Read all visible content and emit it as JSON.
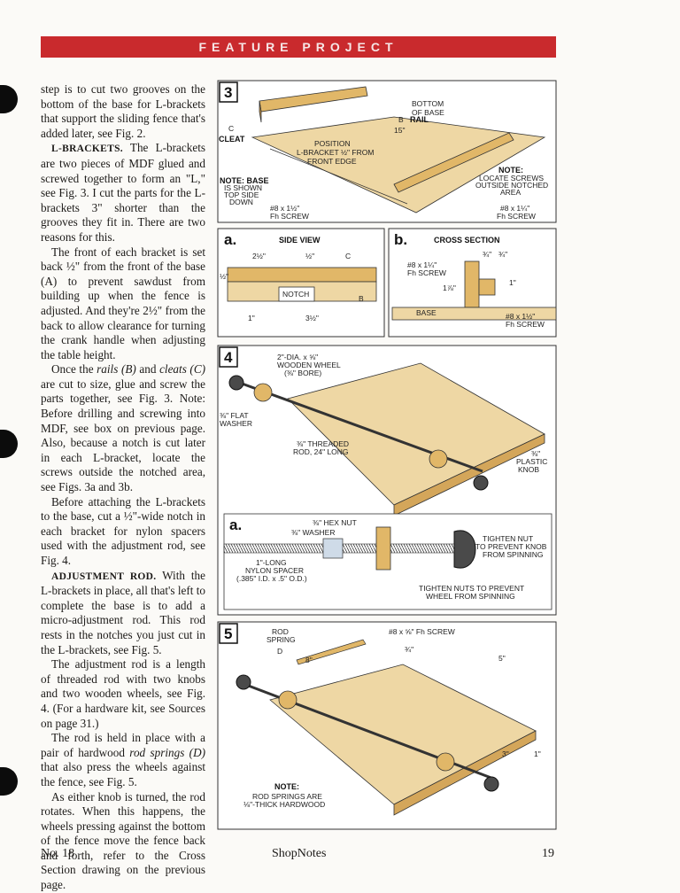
{
  "banner": "FEATURE PROJECT",
  "body": {
    "p1": "step is to cut two grooves on the bottom of the base for L-brackets that support the sliding fence that's added later, see Fig. 2.",
    "h2": "L-BRACKETS.",
    "p2": " The L-brackets are two pieces of MDF glued and screwed together to form an \"L,\" see Fig. 3. I cut the parts for the L-brackets 3\" shorter than the grooves they fit in. There are two reasons for this.",
    "p3": "The front of each bracket is set back ½\" from the front of the base (A) to prevent sawdust from building up when the fence is adjusted. And they're 2½\" from the back to allow clearance for turning the crank handle when adjusting the table height.",
    "p4a": "Once the ",
    "p4i1": "rails (B)",
    "p4b": " and ",
    "p4i2": "cleats (C)",
    "p4c": " are cut to size, glue and screw the parts together, see Fig. 3. Note: Before drilling and screwing into MDF, see box on previous page. Also, because a notch is cut later in each L-bracket, locate the screws outside the notched area, see Figs. 3a and 3b.",
    "p5": "Before attaching the L-brackets to the base, cut a ½\"-wide notch in each bracket for nylon spacers used with the adjustment rod, see Fig. 4.",
    "h6": "ADJUSTMENT ROD.",
    "p6": " With the L-brackets in place, all that's left to complete the base is to add a micro-adjustment rod. This rod rests in the notches you just cut in the L-brackets, see Fig. 5.",
    "p7": "The adjustment rod is a length of threaded rod with two knobs and two wooden wheels, see Fig. 4. (For a hardware kit, see Sources on page 31.)",
    "p8a": "The rod is held in place with a pair of hardwood ",
    "p8i": "rod springs (D)",
    "p8b": " that also press the wheels against the fence, see Fig. 5.",
    "p9": "As either knob is turned, the rod rotates. When this happens, the wheels pressing against the bottom of the fence move the fence back and forth, refer to the Cross Section drawing on the previous page."
  },
  "fig3": {
    "num": "3",
    "rail_letter": "B",
    "rail": "RAIL",
    "cleat_letter": "C",
    "cleat": "CLEAT",
    "bottom_base": [
      "BOTTOM",
      "OF BASE"
    ],
    "dim_15": "15\"",
    "position": [
      "POSITION",
      "L-BRACKET ½\" FROM",
      "FRONT EDGE"
    ],
    "note_left": [
      "NOTE: BASE",
      "IS SHOWN",
      "TOP SIDE",
      "DOWN"
    ],
    "screw_left": [
      "#8 x 1½\"",
      "Fh SCREW"
    ],
    "note_right": [
      "NOTE:",
      "LOCATE SCREWS",
      "OUTSIDE NOTCHED",
      "AREA"
    ],
    "screw_right": [
      "#8 x 1¼\"",
      "Fh SCREW"
    ]
  },
  "fig3a": {
    "letter": "a.",
    "title": "SIDE VIEW",
    "d_2half": "2½\"",
    "d_half": "½\"",
    "d_half_v": "½\"",
    "c_letter": "C",
    "b_letter": "B",
    "notch": "NOTCH",
    "d_1": "1\"",
    "d_3half": "3½\""
  },
  "fig3b": {
    "letter": "b.",
    "title": "CROSS SECTION",
    "d_34a": "¾\"",
    "d_34b": "¾\"",
    "screw": [
      "#8 x 1¼\"",
      "Fh SCREW"
    ],
    "d_1": "1\"",
    "d_178": "1⅞\"",
    "base": "BASE",
    "screw2": [
      "#8 x 1½\"",
      "Fh SCREW"
    ]
  },
  "fig4": {
    "num": "4",
    "wheel": [
      "2\"-DIA. x ⅝\"",
      "WOODEN WHEEL",
      "(⅜\" BORE)"
    ],
    "washer": [
      "⅜\" FLAT",
      "WASHER"
    ],
    "rod": [
      "⅜\" THREADED",
      "ROD, 24\" LONG"
    ],
    "knob": [
      "⅜\"",
      "PLASTIC",
      "KNOB"
    ]
  },
  "fig4a": {
    "letter": "a.",
    "hexnut": "⅜\" HEX NUT",
    "washer": "⅜\" WASHER",
    "spacer": [
      "1\"-LONG",
      "NYLON SPACER",
      "(.385\" I.D. x .5\" O.D.)"
    ],
    "tighten1": [
      "TIGHTEN NUT",
      "TO PREVENT KNOB",
      "FROM SPINNING"
    ],
    "tighten2": [
      "TIGHTEN NUTS TO PREVENT",
      "WHEEL FROM SPINNING"
    ]
  },
  "fig5": {
    "num": "5",
    "rod_spring": [
      "ROD",
      "SPRING"
    ],
    "d_letter": "D",
    "d_8": "8\"",
    "screw": "#8 x ⅝\" Fh SCREW",
    "d_34": "¾\"",
    "d_5": "5\"",
    "d_3": "3\"",
    "d_1": "1\"",
    "note": [
      "NOTE:",
      "ROD SPRINGS ARE",
      "⅛\"-THICK HARDWOOD"
    ]
  },
  "footer": {
    "issue": "No. 18",
    "magazine": "ShopNotes",
    "page": "19"
  }
}
